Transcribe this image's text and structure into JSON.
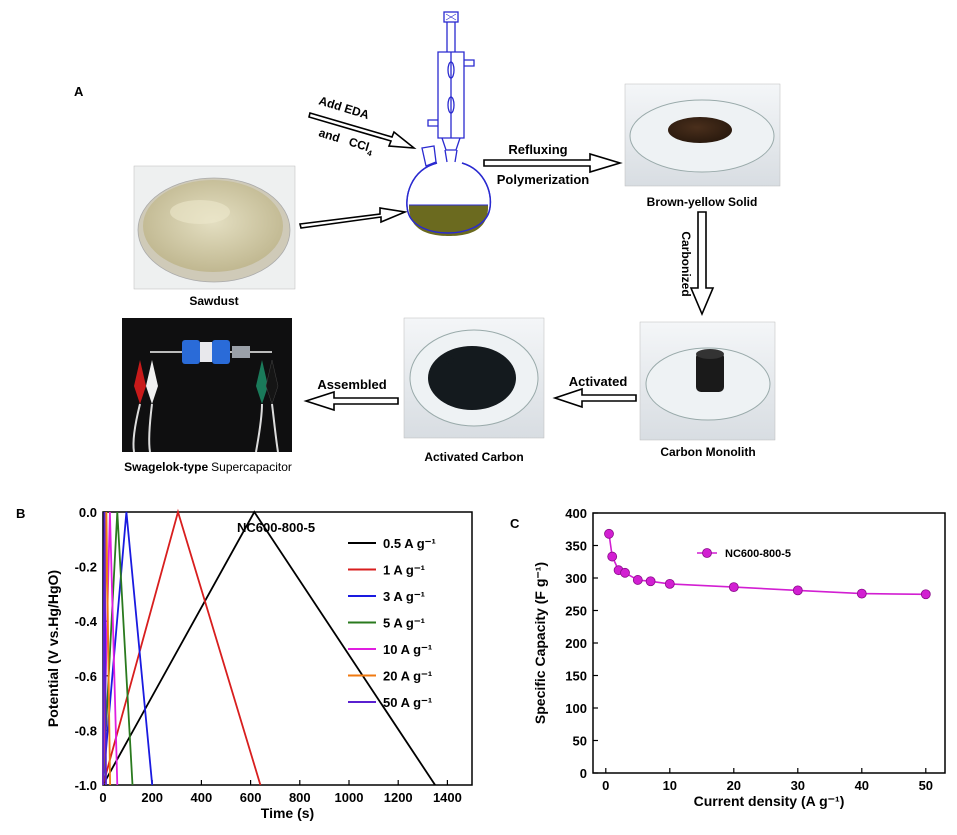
{
  "panel_labels": {
    "a": "A",
    "b": "B",
    "c": "C"
  },
  "scheme": {
    "arrow_add_1": "Add EDA",
    "arrow_add_2": "and",
    "arrow_add_3": "CCl",
    "arrow_add_3_sub": "4",
    "reflux_1": "Refluxing",
    "reflux_2": "Polymerization",
    "carbonized": "Carbonized",
    "activated": "Activated",
    "assembled": "Assembled",
    "cap_sawdust": "Sawdust",
    "cap_brown": "Brown-yellow Solid",
    "cap_monolith": "Carbon Monolith",
    "cap_activated_carbon": "Activated Carbon",
    "cap_swagelok_1": "Swagelok-type",
    "cap_swagelok_2": "Supercapacitor"
  },
  "colors": {
    "sawdust": "#d8d2b0",
    "brown_solid": "#3a2415",
    "flask_liquid": "#6b6a1f",
    "glassware": "#2a2ad0",
    "activated_carbon": "#141a1e",
    "series_magenta": "#d21fd2"
  },
  "chart_data": [
    {
      "type": "line",
      "panel": "B",
      "annotation": "NC600-800-5",
      "xlabel": "Time (s)",
      "ylabel": "Potential (V vs.Hg/HgO)",
      "xlim": [
        0,
        1500
      ],
      "ylim": [
        -1.0,
        0.0
      ],
      "x_ticks": [
        "0",
        "200",
        "400",
        "600",
        "800",
        "1000",
        "1200",
        "1400"
      ],
      "y_ticks": [
        "0.0",
        "-0.2",
        "-0.4",
        "-0.6",
        "-0.8",
        "-1.0"
      ],
      "legend_position": "top-right",
      "series": [
        {
          "name": "0.5 A g⁻¹",
          "color": "#000000",
          "x": [
            0,
            615,
            1350
          ],
          "y": [
            -1.0,
            0.0,
            -1.0
          ]
        },
        {
          "name": "1  A g⁻¹",
          "color": "#d81e1e",
          "x": [
            0,
            305,
            640
          ],
          "y": [
            -1.0,
            0.0,
            -1.0
          ]
        },
        {
          "name": "3  A g⁻¹",
          "color": "#1a1ae0",
          "x": [
            0,
            95,
            200
          ],
          "y": [
            -1.0,
            0.0,
            -1.0
          ]
        },
        {
          "name": "5  A g⁻¹",
          "color": "#2a7a1e",
          "x": [
            0,
            58,
            120
          ],
          "y": [
            -1.0,
            0.0,
            -1.0
          ]
        },
        {
          "name": "10  A g⁻¹",
          "color": "#e01ee0",
          "x": [
            0,
            28,
            58
          ],
          "y": [
            -1.0,
            0.0,
            -1.0
          ]
        },
        {
          "name": "20  A g⁻¹",
          "color": "#f07a10",
          "x": [
            0,
            14,
            29
          ],
          "y": [
            -1.0,
            0.0,
            -1.0
          ]
        },
        {
          "name": "50  A g⁻¹",
          "color": "#5a20d0",
          "x": [
            0,
            6,
            12
          ],
          "y": [
            -1.0,
            0.0,
            -1.0
          ]
        }
      ]
    },
    {
      "type": "line",
      "panel": "C",
      "xlabel": "Current density (A g⁻¹)",
      "ylabel": "Specific Capacity (F g⁻¹)",
      "xlim": [
        -2,
        53
      ],
      "ylim": [
        0,
        400
      ],
      "x_ticks": [
        "0",
        "10",
        "20",
        "30",
        "40",
        "50"
      ],
      "y_ticks": [
        "0",
        "50",
        "100",
        "150",
        "200",
        "250",
        "300",
        "350",
        "400"
      ],
      "legend_position": "top-center",
      "series": [
        {
          "name": "NC600-800-5",
          "color": "#d21fd2",
          "x": [
            0.5,
            1,
            2,
            3,
            5,
            7,
            10,
            20,
            30,
            40,
            50
          ],
          "y": [
            368,
            333,
            312,
            308,
            297,
            295,
            291,
            286,
            281,
            276,
            275
          ]
        }
      ]
    }
  ]
}
